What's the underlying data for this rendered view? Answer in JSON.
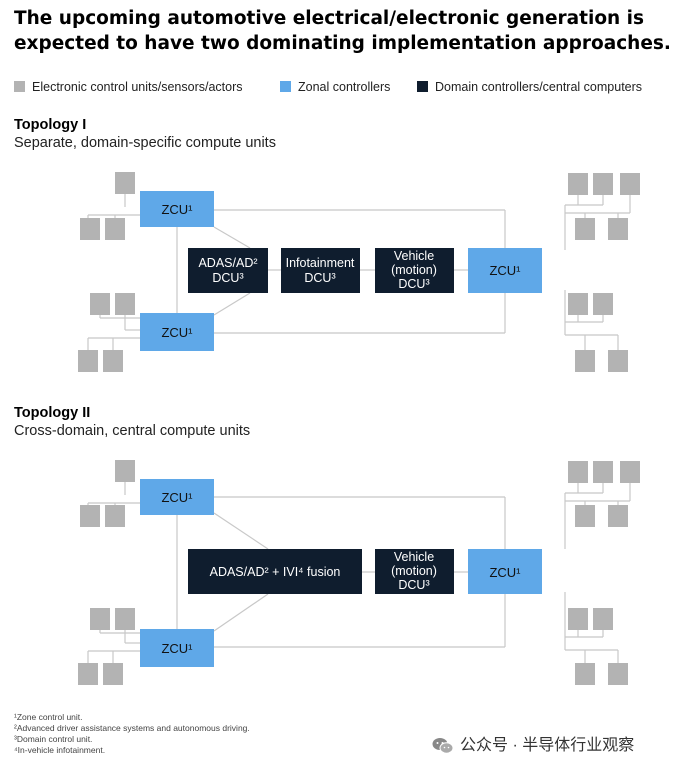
{
  "title": "The upcoming automotive electrical/electronic generation is expected to have two dominating implementation approaches.",
  "legend": [
    {
      "label": "Electronic control units/sensors/actors",
      "color": "#b3b3b3"
    },
    {
      "label": "Zonal controllers",
      "color": "#5fa8e8"
    },
    {
      "label": "Domain controllers/central computers",
      "color": "#0f1d2e"
    }
  ],
  "topology1": {
    "title": "Topology I",
    "subtitle": "Separate, domain-specific compute units",
    "zcu_label": "ZCU¹",
    "dcu1": [
      "ADAS/AD²",
      "DCU³"
    ],
    "dcu2": [
      "Infotainment",
      "DCU³"
    ],
    "dcu3": [
      "Vehicle",
      "(motion)",
      "DCU³"
    ]
  },
  "topology2": {
    "title": "Topology II",
    "subtitle": "Cross-domain, central compute units",
    "zcu_label": "ZCU¹",
    "fusion": "ADAS/AD² + IVI⁴ fusion",
    "dcu3": [
      "Vehicle",
      "(motion)",
      "DCU³"
    ]
  },
  "footnotes": [
    "¹Zone control unit.",
    "²Advanced driver assistance systems and autonomous driving.",
    "³Domain control unit.",
    "⁴In-vehicle infotainment."
  ],
  "watermark": "公众号 · 半导体行业观察",
  "colors": {
    "ecu": "#b3b3b3",
    "zcu": "#5fa8e8",
    "dcu": "#0f1d2e",
    "line": "#c8c8c8"
  }
}
